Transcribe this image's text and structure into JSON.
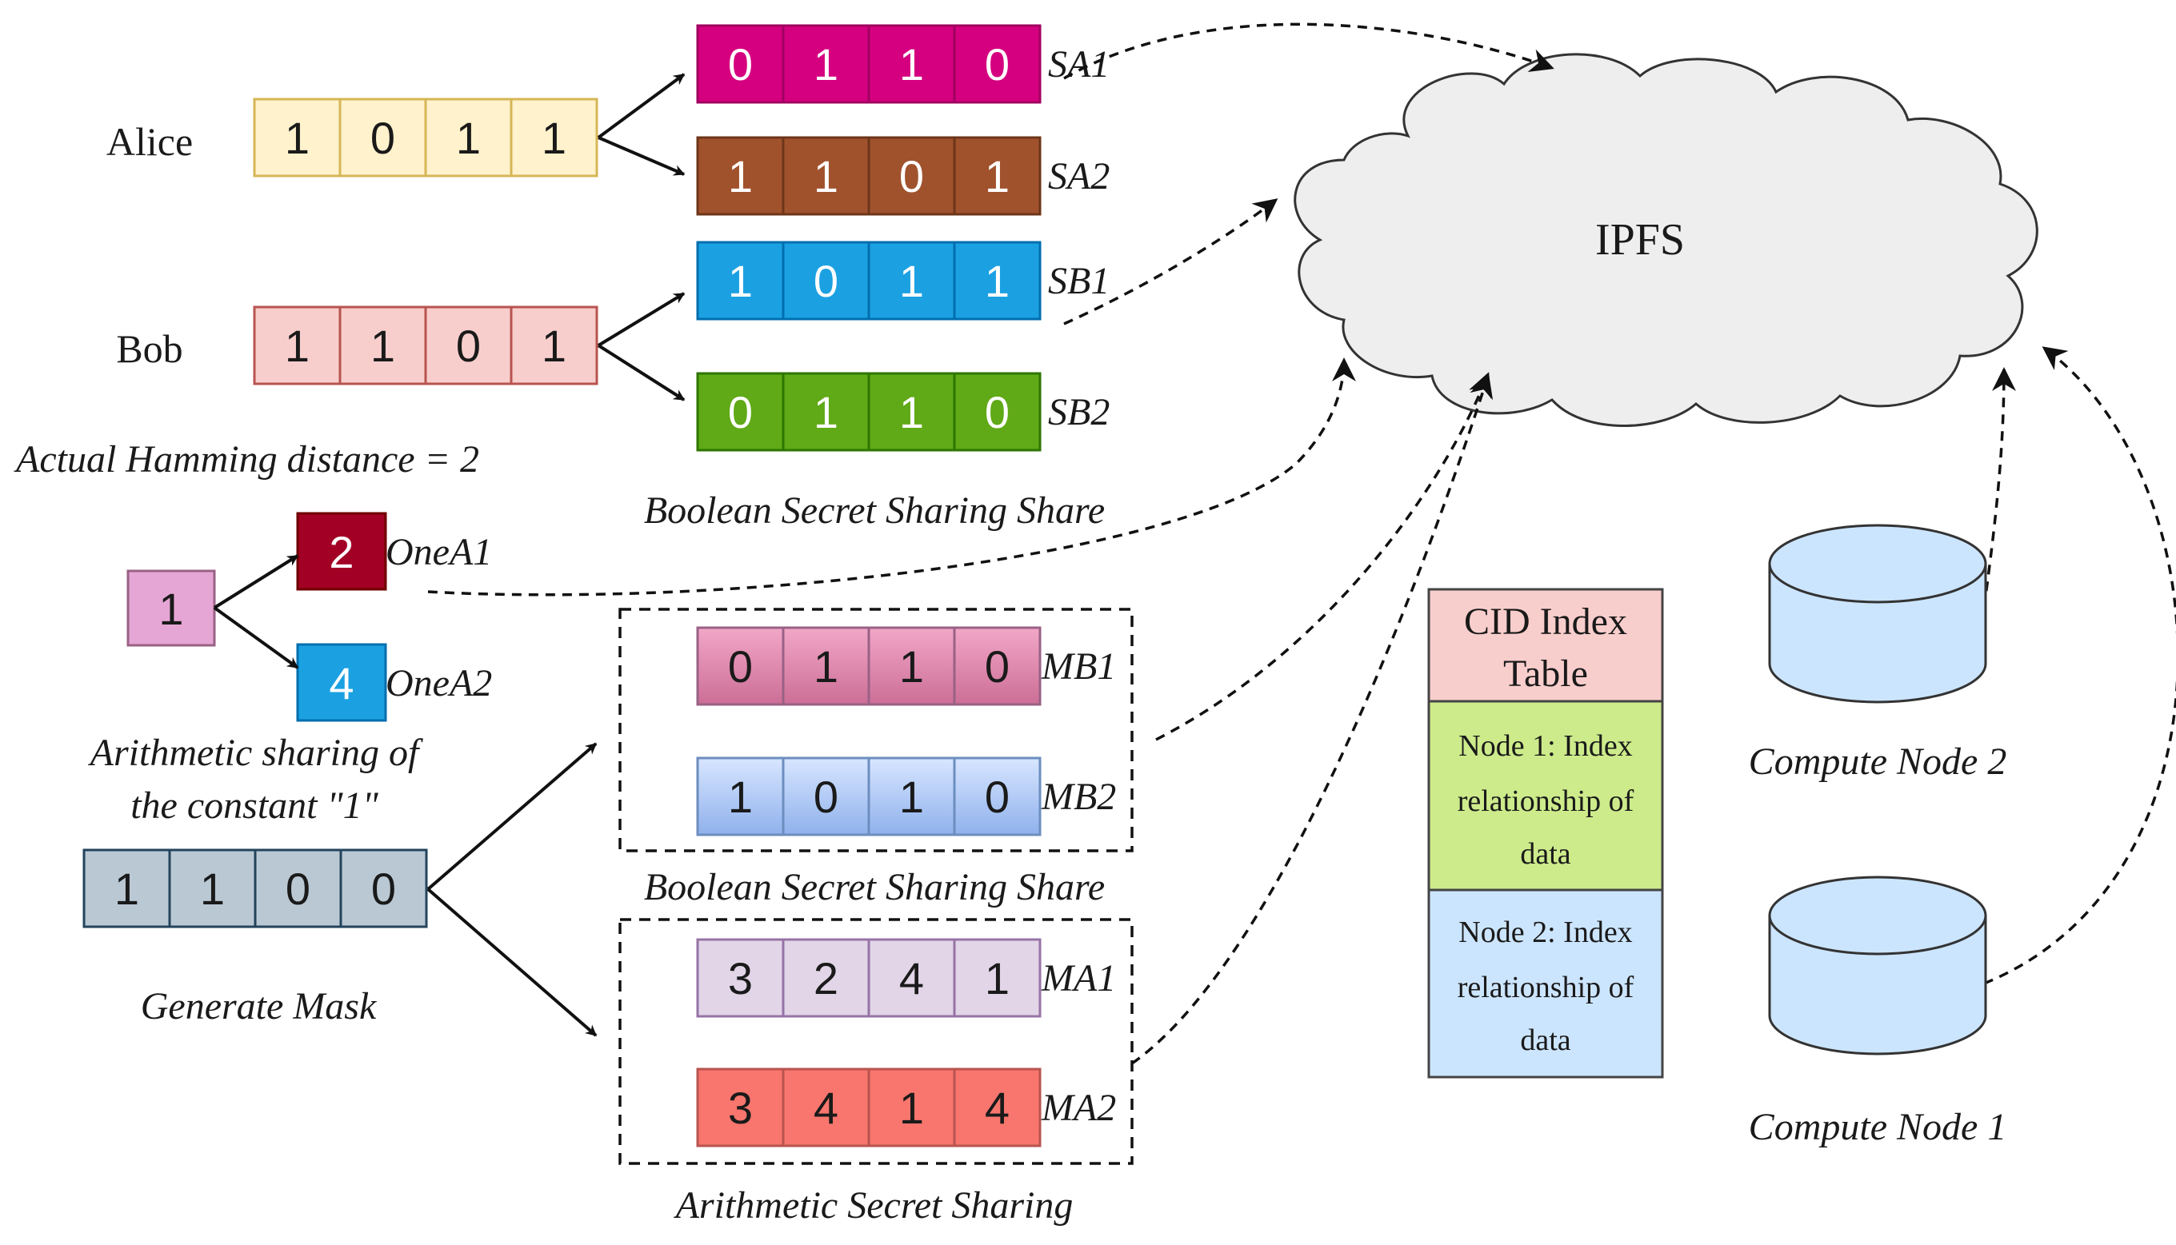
{
  "people": [
    {
      "name": "Alice",
      "bits": [
        "1",
        "0",
        "1",
        "1"
      ],
      "color": "#fff2cc",
      "stroke": "#d6b656",
      "text": "#1a1a1a"
    },
    {
      "name": "Bob",
      "bits": [
        "1",
        "1",
        "0",
        "1"
      ],
      "color": "#f8cecc",
      "stroke": "#b85450",
      "text": "#1a1a1a"
    }
  ],
  "hamming_label": "Actual Hamming distance = 2",
  "boolean_shares": [
    {
      "label": "SA1",
      "bits": [
        "0",
        "1",
        "1",
        "0"
      ],
      "color": "#d5007f",
      "stroke": "#a10060",
      "text": "#ffffff"
    },
    {
      "label": "SA2",
      "bits": [
        "1",
        "1",
        "0",
        "1"
      ],
      "color": "#a0522d",
      "stroke": "#6d3519",
      "text": "#ffffff"
    },
    {
      "label": "SB1",
      "bits": [
        "1",
        "0",
        "1",
        "1"
      ],
      "color": "#1ba1e2",
      "stroke": "#006eaf",
      "text": "#ffffff"
    },
    {
      "label": "SB2",
      "bits": [
        "0",
        "1",
        "1",
        "0"
      ],
      "color": "#60a917",
      "stroke": "#2d7600",
      "text": "#ffffff"
    }
  ],
  "boolean_caption_top": "Boolean Secret Sharing Share",
  "constant": {
    "value": "1",
    "shares": [
      {
        "value": "2",
        "label": "OneA1",
        "color": "#a20025",
        "stroke": "#6f0000",
        "text": "#ffffff"
      },
      {
        "value": "4",
        "label": "OneA2",
        "color": "#1ba1e2",
        "stroke": "#006eaf",
        "text": "#ffffff"
      }
    ],
    "caption_line1": "Arithmetic sharing of",
    "caption_line2": "the constant \"1\""
  },
  "mask": {
    "bits": [
      "1",
      "1",
      "0",
      "0"
    ],
    "caption": "Generate Mask"
  },
  "mask_boolean": [
    {
      "label": "MB1",
      "bits": [
        "0",
        "1",
        "1",
        "0"
      ],
      "grad_top": "#f2a7c7",
      "grad_bottom": "#cc6e96",
      "stroke": "#996185"
    },
    {
      "label": "MB2",
      "bits": [
        "1",
        "0",
        "1",
        "0"
      ],
      "grad_top": "#cfe0ff",
      "grad_bottom": "#8fb1ec",
      "stroke": "#6c8ebf"
    }
  ],
  "boolean_caption_bottom": "Boolean Secret Sharing Share",
  "mask_arith": [
    {
      "label": "MA1",
      "bits": [
        "3",
        "2",
        "4",
        "1"
      ],
      "color": "#e1d5e7",
      "stroke": "#9673a6",
      "text": "#1a1a1a"
    },
    {
      "label": "MA2",
      "bits": [
        "3",
        "4",
        "1",
        "4"
      ],
      "color": "#f8766d",
      "stroke": "#b85450",
      "text": "#1a1a1a"
    }
  ],
  "arith_caption": "Arithmetic Secret Sharing",
  "cloud_label": "IPFS",
  "cid_table": {
    "title_line1": "CID Index",
    "title_line2": "Table",
    "rows": [
      {
        "lines": [
          "Node 1: Index",
          "relationship of",
          "data"
        ],
        "color": "#cdeb8b"
      },
      {
        "lines": [
          "Node 2: Index",
          "relationship of",
          "data"
        ],
        "color": "#cce5ff"
      }
    ],
    "title_color": "#f8cecc"
  },
  "compute_nodes": [
    {
      "label": "Compute Node 2"
    },
    {
      "label": "Compute Node 1"
    }
  ]
}
